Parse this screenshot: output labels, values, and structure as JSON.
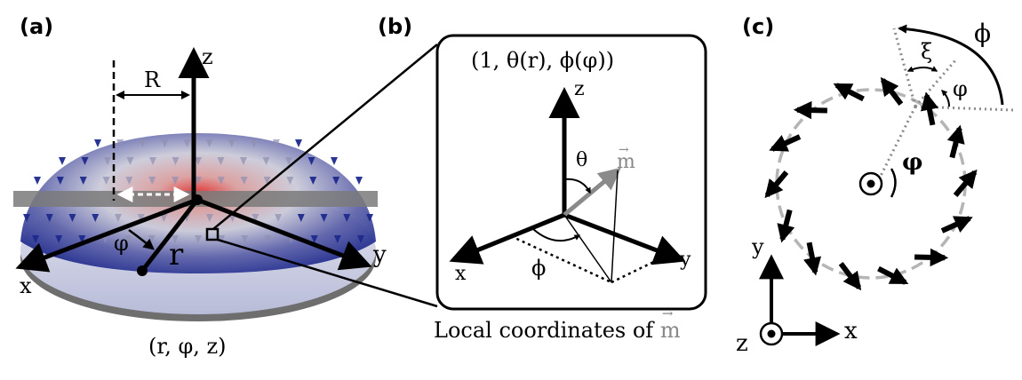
{
  "panel_a": {
    "label": "(a)",
    "axis_z": "z",
    "axis_x": "x",
    "axis_y": "y",
    "radius_label": "R",
    "radial_label": "r",
    "azimuth_label": "φ",
    "coords_label": "(r, φ, z)"
  },
  "panel_b": {
    "label": "(b)",
    "spherical_label": "(1, θ(r), ϕ(φ))",
    "axis_z": "z",
    "axis_x": "x",
    "axis_y": "y",
    "theta_label": "θ",
    "phi_label": "ϕ",
    "vector_label": "m",
    "caption_prefix": "Local coordinates of ",
    "caption_vector": "m"
  },
  "panel_c": {
    "label": "(c)",
    "phi_big_label": "ϕ",
    "xi_label": "ξ",
    "varphi_label": "φ",
    "center_label": "φ",
    "axis_y": "y",
    "axis_x": "x",
    "axis_z": "z"
  },
  "colors": {
    "disk_blue": "#1e2a8c",
    "disk_red": "#d42a2a",
    "grey_vector": "#8a8a8a",
    "dashed_circle": "#b5b5b5",
    "plane_grey": "#707070"
  }
}
